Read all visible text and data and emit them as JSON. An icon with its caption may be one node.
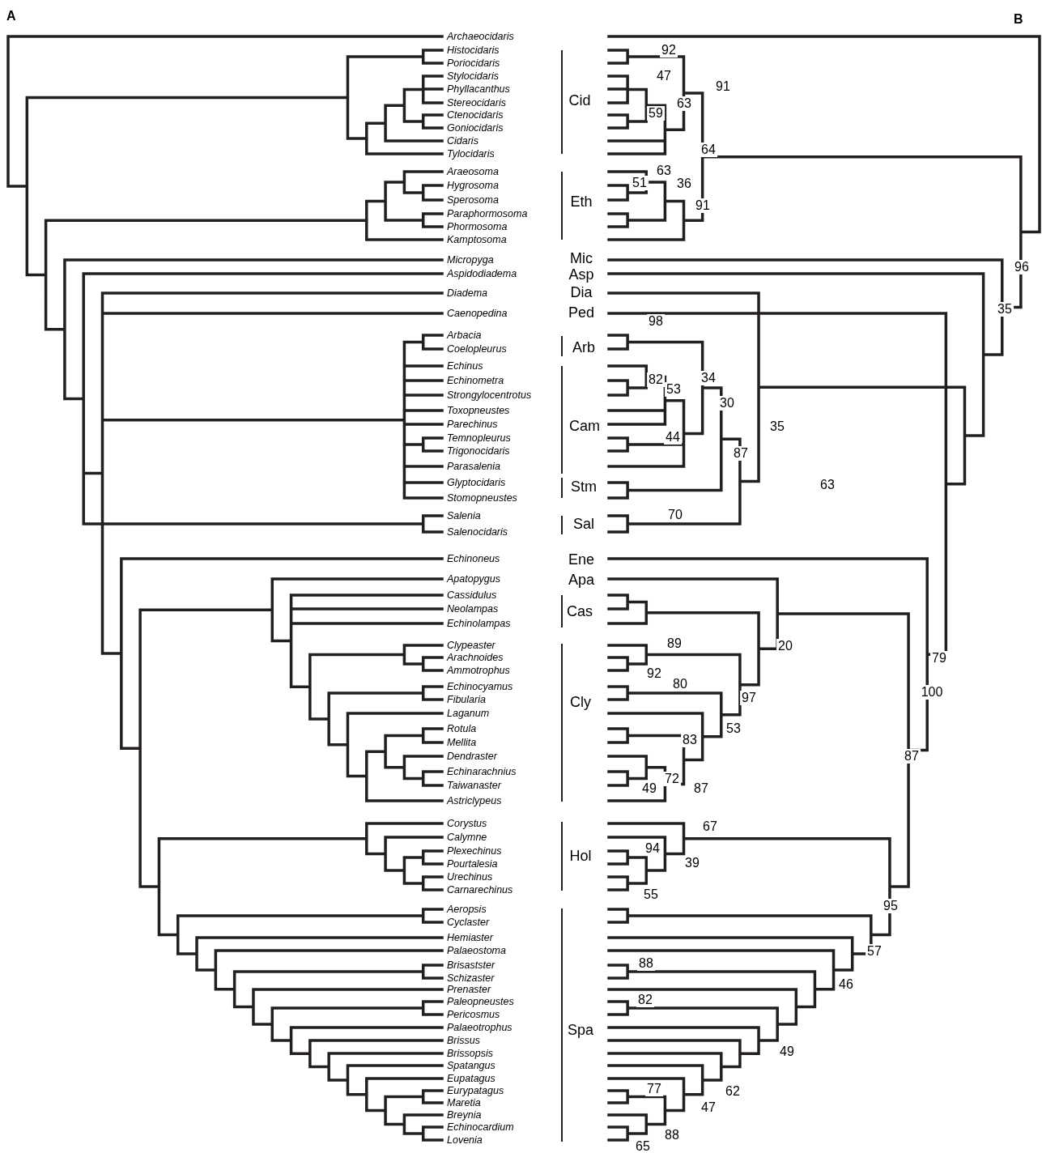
{
  "diagram": {
    "labels": [
      "A",
      "B",
      "Archaeocidaris",
      "Histocidaris",
      "Poriocidaris",
      "Stylocidaris",
      "Phyllacanthus",
      "Stereocidaris",
      "Ctenocidaris",
      "Goniocidaris",
      "Cidaris",
      "Tylocidaris",
      "Araeosoma",
      "Hygrosoma",
      "Sperosoma",
      "Paraphormosoma",
      "Phormosoma",
      "Kamptosoma",
      "Micropyga",
      "Aspidodiadema",
      "Diadema",
      "Caenopedina",
      "Arbacia",
      "Coelopleurus",
      "Echinus",
      "Echinometra",
      "Strongylocentrotus",
      "Toxopneustes",
      "Parechinus",
      "Temnopleurus",
      "Trigonocidaris",
      "Parasalenia",
      "Glyptocidaris",
      "Stomopneustes",
      "Salenia",
      "Salenocidaris",
      "Echinoneus",
      "Apatopygus",
      "Cassidulus",
      "Neolampas",
      "Echinolampas",
      "Clypeaster",
      "Arachnoides",
      "Ammotrophus",
      "Echinocyamus",
      "Fibularia",
      "Laganum",
      "Rotula",
      "Mellita",
      "Dendraster",
      "Echinarachnius",
      "Taiwanaster",
      "Astriclypeus",
      "Corystus",
      "Calymne",
      "Plexechinus",
      "Pourtalesia",
      "Urechinus",
      "Carnarechinus",
      "Aeropsis",
      "Cyclaster",
      "Hemiaster",
      "Palaeostoma",
      "Brisastster",
      "Schizaster",
      "Prenaster",
      "Paleopneustes",
      "Pericosmus",
      "Palaeotrophus",
      "Brissus",
      "Brissopsis",
      "Spatangus",
      "Eupatagus",
      "Eurypatagus",
      "Maretia",
      "Breynia",
      "Echinocardium",
      "Lovenia",
      "Cid",
      "Eth",
      "Mic",
      "Asp",
      "Dia",
      "Ped",
      "Arb",
      "Cam",
      "Stm",
      "Sal",
      "Ene",
      "Apa",
      "Cas",
      "Cly",
      "Hol",
      "Spa",
      "92",
      "47",
      "91",
      "63",
      "59",
      "64",
      "63",
      "51",
      "36",
      "91",
      "96",
      "35",
      "98",
      "82",
      "34",
      "53",
      "30",
      "35",
      "44",
      "87",
      "63",
      "70",
      "89",
      "20",
      "79",
      "92",
      "80",
      "100",
      "97",
      "53",
      "83",
      "87",
      "72",
      "49",
      "87",
      "67",
      "94",
      "39",
      "55",
      "95",
      "57",
      "88",
      "46",
      "82",
      "49",
      "77",
      "62",
      "47",
      "88",
      "65"
    ]
  }
}
